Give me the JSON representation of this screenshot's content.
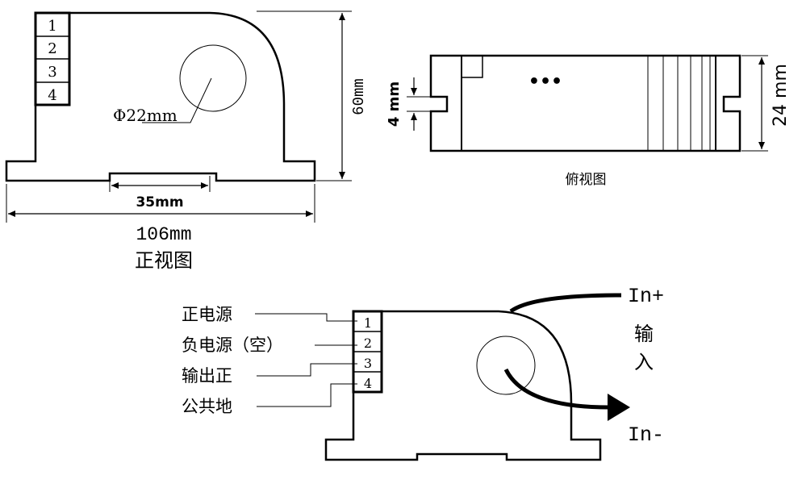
{
  "front_view": {
    "caption": "正视图",
    "pins": [
      "1",
      "2",
      "3",
      "4"
    ],
    "hole_label": "Φ22mm",
    "dim_height": "60mm",
    "dim_rail": "35mm",
    "dim_width": "106mm"
  },
  "top_view": {
    "caption": "俯视图",
    "dots": "•••",
    "dim_slot": "4 mm",
    "dim_height": "24 mm"
  },
  "wiring": {
    "pins": [
      "1",
      "2",
      "3",
      "4"
    ],
    "labels": [
      "正电源",
      "负电源（空）",
      "输出正",
      "公共地"
    ],
    "in_plus": "In+",
    "in_minus": "In-",
    "input_label_1": "输",
    "input_label_2": "入"
  },
  "colors": {
    "line": "#000000",
    "background": "#ffffff"
  }
}
